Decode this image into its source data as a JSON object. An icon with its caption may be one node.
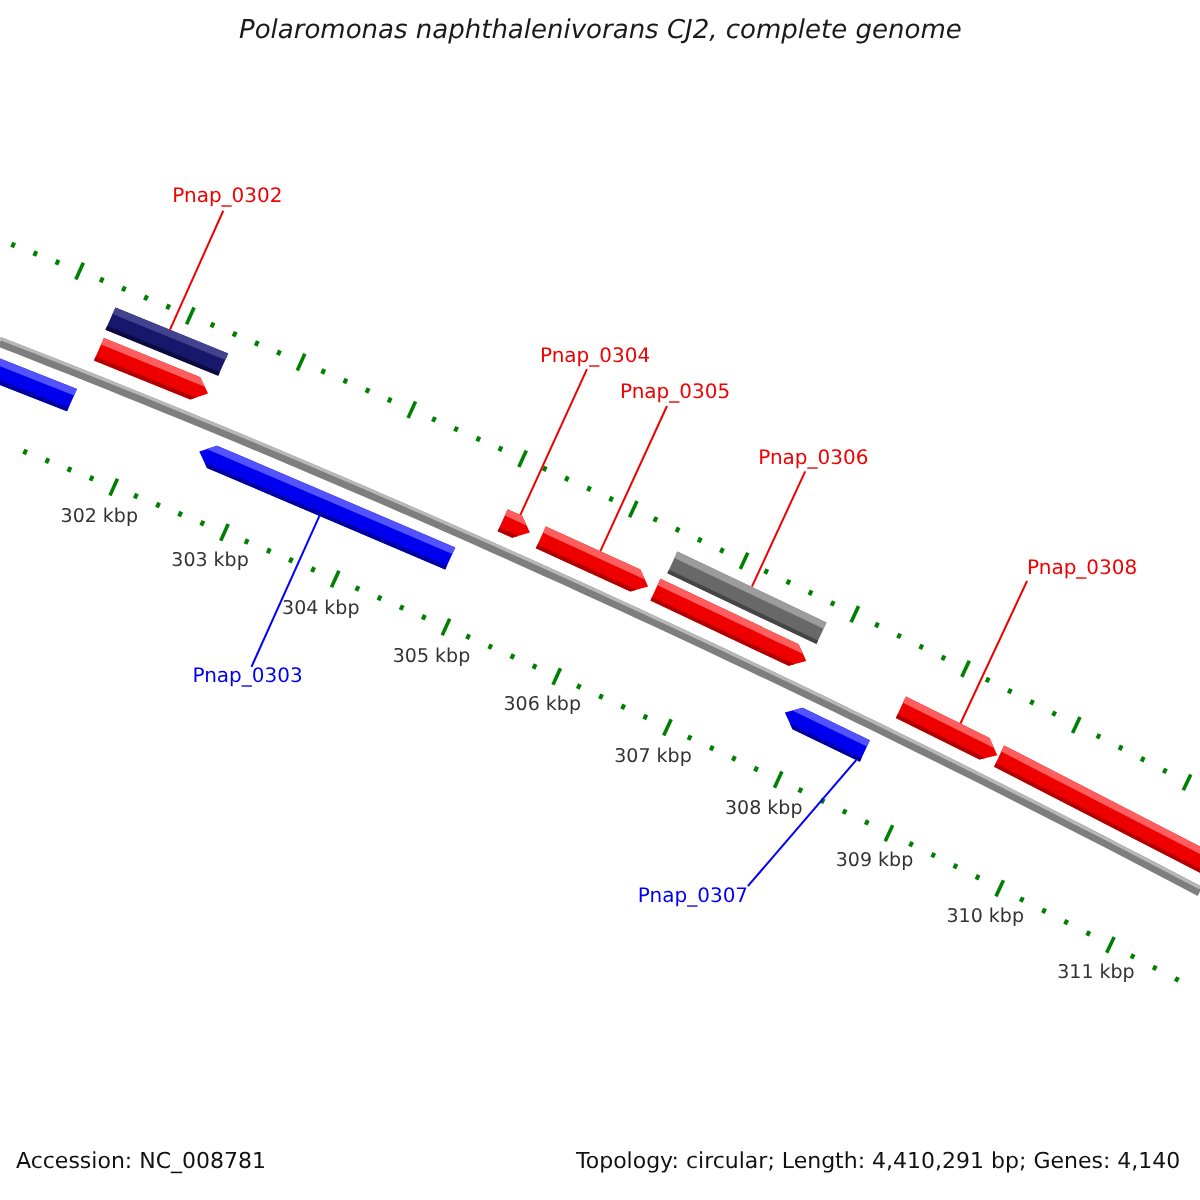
{
  "diagram": {
    "title": "Polaromonas naphthalenivorans CJ2, complete genome",
    "nodes": [
      {
        "text": [
          "Pnap_0302"
        ]
      },
      {
        "text": [
          "Pnap_0304"
        ]
      },
      {
        "text": [
          "Pnap_0305"
        ]
      },
      {
        "text": [
          "Pnap_0306"
        ]
      },
      {
        "text": [
          "Pnap_0308"
        ]
      },
      {
        "text": [
          "Pnap_0303"
        ]
      },
      {
        "text": [
          "Pnap_0307"
        ]
      },
      {
        "text": [],
        "shape": "bar"
      },
      {
        "text": [],
        "shape": "bar"
      },
      {
        "text": [],
        "shape": "pentagon"
      },
      {
        "text": [],
        "shape": "pentagon"
      },
      {
        "text": [],
        "shape": "pentagon"
      },
      {
        "text": [],
        "shape": "pentagon"
      },
      {
        "text": [],
        "shape": "bar"
      },
      {
        "text": [],
        "shape": "pentagon"
      },
      {
        "text": [],
        "shape": "pentagon"
      },
      {
        "text": [],
        "shape": "pentagon"
      },
      {
        "text": [],
        "shape": "bar"
      }
    ],
    "edges": [
      {
        "from": 0,
        "to": 8,
        "arrow": "none"
      },
      {
        "from": 1,
        "to": 11,
        "arrow": "none"
      },
      {
        "from": 2,
        "to": 12,
        "arrow": "none"
      },
      {
        "from": 3,
        "to": 13,
        "arrow": "none"
      },
      {
        "from": 4,
        "to": 16,
        "arrow": "none"
      },
      {
        "from": 5,
        "to": 10,
        "arrow": "none",
        "color": "#0000ff"
      },
      {
        "from": 6,
        "to": 15,
        "arrow": "none",
        "color": "#0000ff"
      }
    ],
    "labels": [
      "302 kbp",
      "303 kbp",
      "304 kbp",
      "305 kbp",
      "306 kbp",
      "307 kbp",
      "308 kbp",
      "309 kbp",
      "310 kbp",
      "311 kbp",
      "Accession: NC_008781",
      "Topology: circular; Length: 4,410,291 bp; Genes: 4,140"
    ]
  }
}
